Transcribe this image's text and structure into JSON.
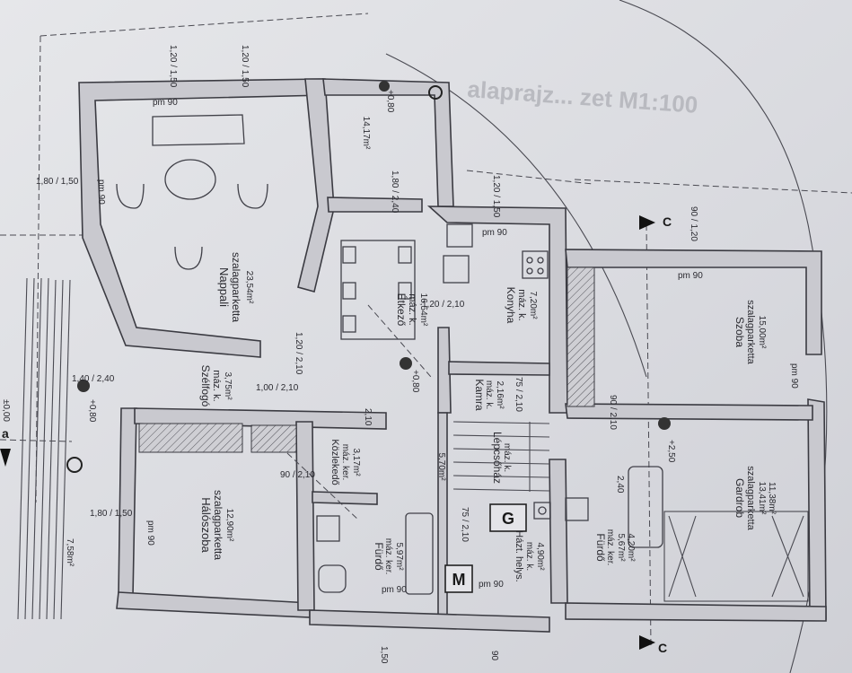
{
  "title": "alaprajz... zet M1:100",
  "rooms": {
    "nappali": {
      "name": "Nappali",
      "floor": "szalagparketta",
      "area": "23,54m²"
    },
    "etkezo": {
      "name": "Étkező",
      "floor": "máz. k.",
      "area": "16,54m²"
    },
    "konyha": {
      "name": "Konyha",
      "floor": "máz. k.",
      "area": "7,20m²"
    },
    "kamra": {
      "name": "Kamra",
      "floor": "máz. k.",
      "area": "2,16m²"
    },
    "szelfogo": {
      "name": "Szélfogó",
      "floor": "máz. k.",
      "area": "3,75m²"
    },
    "kozlekedo": {
      "name": "Közlekedő",
      "floor": "máz. ker.",
      "area": "3,17m²"
    },
    "haloszoba": {
      "name": "Hálószoba",
      "floor": "szalagparketta",
      "area": "12,90m²"
    },
    "furdo1": {
      "name": "Fürdő",
      "floor": "máz. ker.",
      "area": "5,97m²"
    },
    "lepcsohaz": {
      "name": "Lépcsőház",
      "floor": "máz. k.",
      "area": "5,70m²"
    },
    "haztartasi": {
      "name": "Házt. helys.",
      "floor": "máz. k.",
      "area": "4,90m²"
    },
    "furdo2": {
      "name": "Fürdő",
      "floor": "máz. ker.",
      "area": "5,67m²",
      "area2": "4,20m²"
    },
    "gardrob": {
      "name": "Gardrob",
      "floor": "szalagparketta",
      "area": "13,41m²",
      "area2": "11,38m²"
    },
    "szoba": {
      "name": "Szoba",
      "floor": "szalagparketta",
      "area": "15,00m²"
    },
    "top_room": {
      "area": "14,17m²"
    }
  },
  "dimensions": {
    "d_120_150_a": "1,20 / 1,50",
    "d_120_150_b": "1,20 / 1,50",
    "d_120_150_c": "1,20 / 1,50",
    "d_180_150_l": "1,80 / 1,50",
    "d_180_240": "1,80 / 2,40",
    "d_180_150_b": "1,80 / 1,50",
    "d_120_210_a": "1,20 / 2,10",
    "d_120_210_b": "1,20 / 2,10",
    "d_140_240": "1,40 / 2,40",
    "d_100_210": "1,00 / 2,10",
    "d_90_210_a": "90 / 2,10",
    "d_90_210_b": "90 / 2,10",
    "d_75_210_a": "75 / 2,10",
    "d_75_210_b": "75 / 2,10",
    "d_90_120": "90 / 1,20",
    "d_210": "2,10",
    "d_240": "2,40",
    "pm90": "pm 90",
    "level_080": "+0,80",
    "level_080b": "+0,80",
    "level_080c": "+0,80",
    "level_250": "+2,50",
    "level_000": "±0,00",
    "d_758": "7,58m²",
    "d_150_bot": "1,50",
    "d_90_bot": "90"
  },
  "symbols": {
    "g": "G",
    "m": "M",
    "section_c": "C",
    "section_a": "a"
  }
}
